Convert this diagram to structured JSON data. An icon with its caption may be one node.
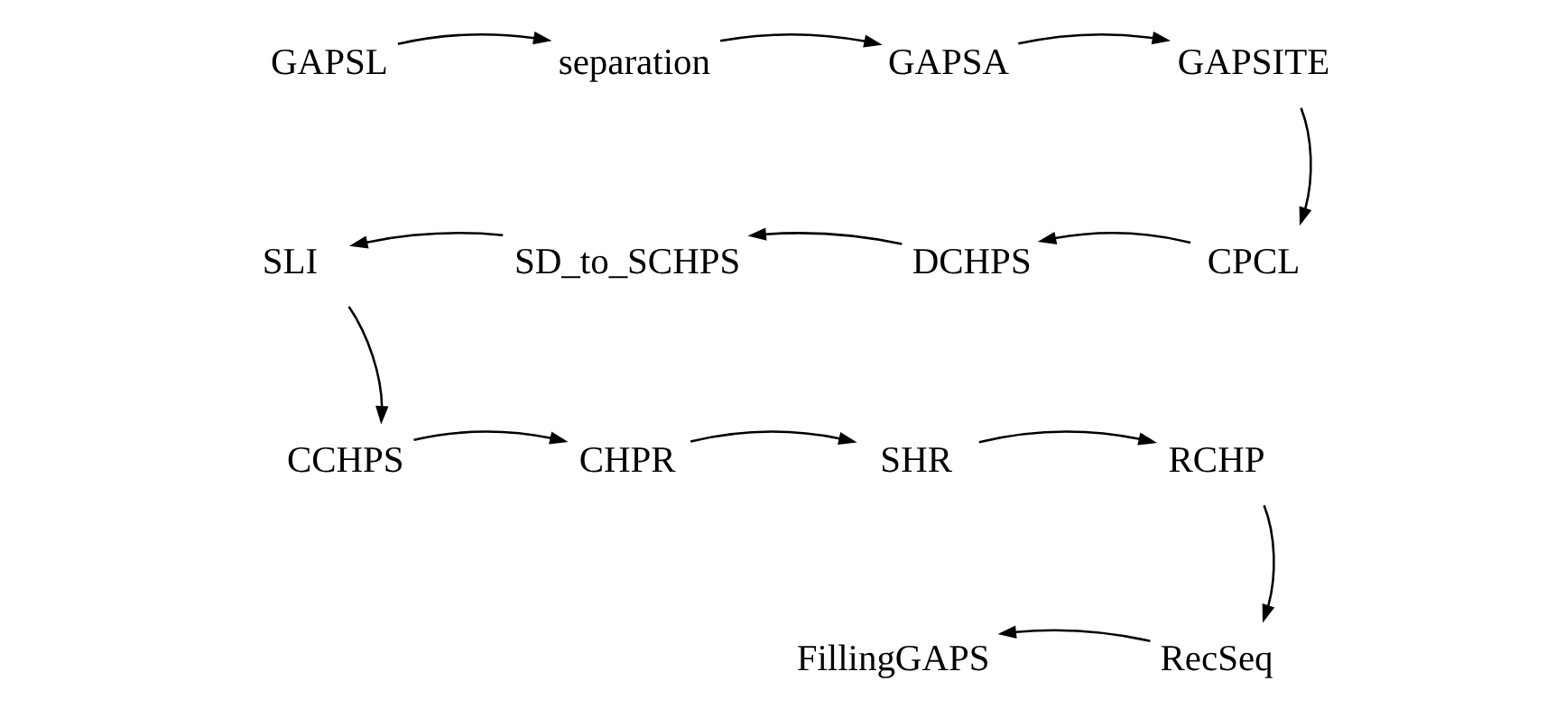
{
  "diagram": {
    "nodes": [
      {
        "text": [
          "GAPSL"
        ]
      },
      {
        "text": [
          "separation"
        ]
      },
      {
        "text": [
          "GAPSA"
        ]
      },
      {
        "text": [
          "GAPSITE"
        ]
      },
      {
        "text": [
          "CPCL"
        ]
      },
      {
        "text": [
          "DCHPS"
        ]
      },
      {
        "text": [
          "SD_to_SCHPS"
        ]
      },
      {
        "text": [
          "SLI"
        ]
      },
      {
        "text": [
          "CCHPS"
        ]
      },
      {
        "text": [
          "CHPR"
        ]
      },
      {
        "text": [
          "SHR"
        ]
      },
      {
        "text": [
          "RCHP"
        ]
      },
      {
        "text": [
          "RecSeq"
        ]
      },
      {
        "text": [
          "FillingGAPS"
        ]
      }
    ],
    "edges": [
      {
        "from": 0,
        "to": 1,
        "arrow": "to"
      },
      {
        "from": 1,
        "to": 2,
        "arrow": "to"
      },
      {
        "from": 2,
        "to": 3,
        "arrow": "to"
      },
      {
        "from": 3,
        "to": 4,
        "arrow": "to"
      },
      {
        "from": 4,
        "to": 5,
        "arrow": "to"
      },
      {
        "from": 5,
        "to": 6,
        "arrow": "to"
      },
      {
        "from": 6,
        "to": 7,
        "arrow": "to"
      },
      {
        "from": 7,
        "to": 8,
        "arrow": "to"
      },
      {
        "from": 8,
        "to": 9,
        "arrow": "to"
      },
      {
        "from": 9,
        "to": 10,
        "arrow": "to"
      },
      {
        "from": 10,
        "to": 11,
        "arrow": "to"
      },
      {
        "from": 11,
        "to": 12,
        "arrow": "to"
      },
      {
        "from": 12,
        "to": 13,
        "arrow": "to"
      }
    ]
  }
}
